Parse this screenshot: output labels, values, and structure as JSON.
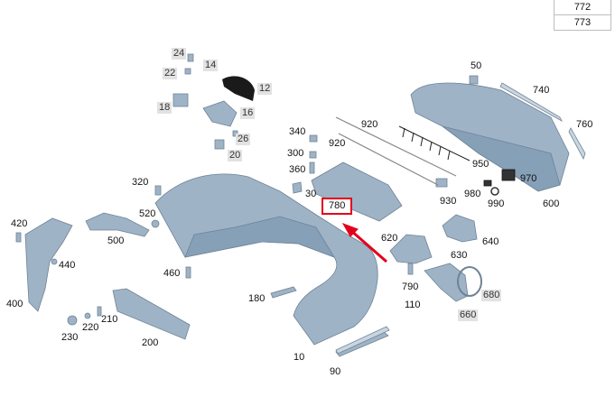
{
  "ref_table": [
    "772",
    "773"
  ],
  "colors": {
    "part": "#9fb3c6",
    "part_dark": "#6f8396",
    "part_light": "#c9d6e2",
    "highlight": "#e3001b",
    "tag_bg": "#e2e2e2"
  },
  "labels": {
    "l24": "24",
    "l22": "22",
    "l14": "14",
    "l12": "12",
    "l18": "18",
    "l16": "16",
    "l26": "26",
    "l20": "20",
    "l340": "340",
    "l300": "300",
    "l360": "360",
    "l30": "30",
    "l920a": "920",
    "l920b": "920",
    "l950": "950",
    "l50": "50",
    "l740": "740",
    "l760": "760",
    "l970": "970",
    "l980": "980",
    "l990": "990",
    "l600": "600",
    "l930": "930",
    "l780": "780",
    "l320": "320",
    "l520": "520",
    "l420": "420",
    "l500": "500",
    "l440": "440",
    "l460": "460",
    "l400": "400",
    "l620": "620",
    "l640": "640",
    "l630": "630",
    "l790": "790",
    "l110": "110",
    "l680": "680",
    "l660": "660",
    "l180": "180",
    "l210": "210",
    "l220": "220",
    "l230": "230",
    "l200": "200",
    "l10": "10",
    "l90": "90"
  }
}
